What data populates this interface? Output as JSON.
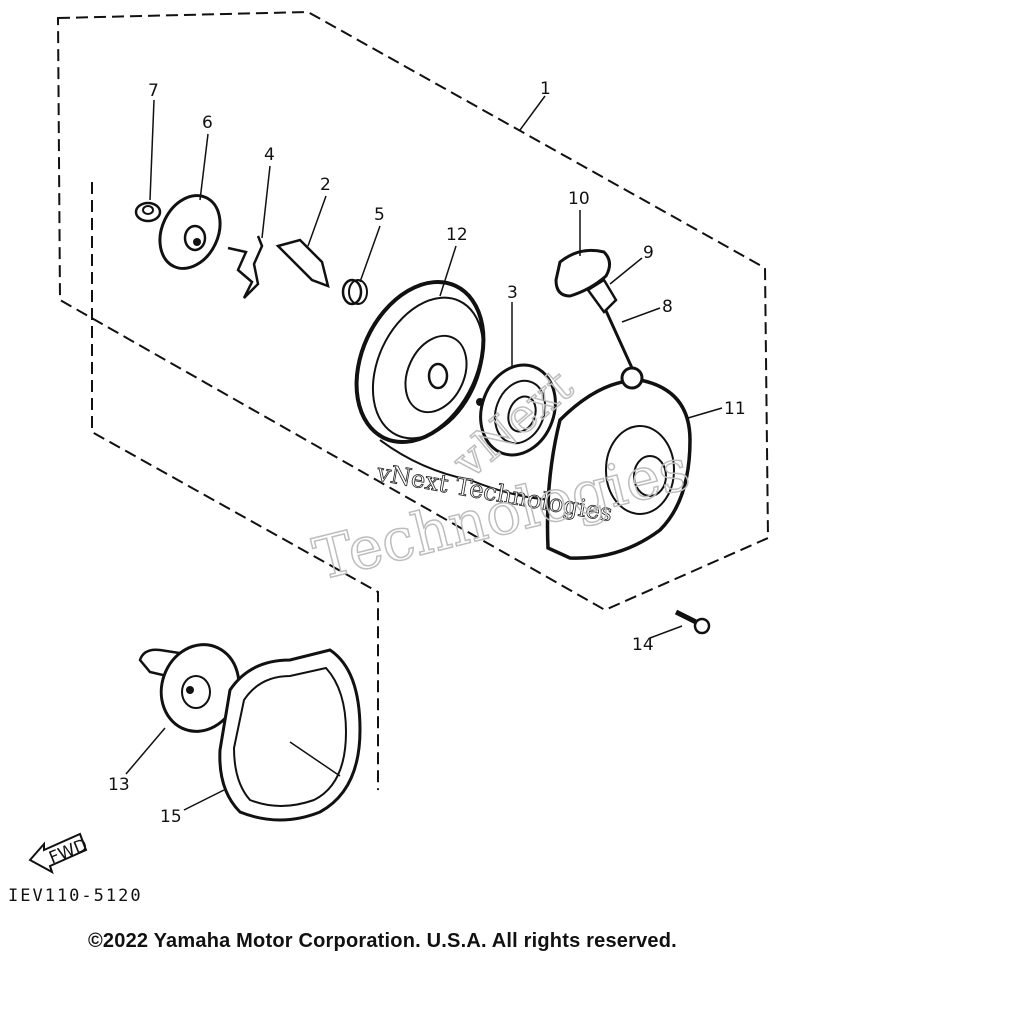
{
  "diagram": {
    "figure_code": "IEV110-5120",
    "copyright": "©2022 Yamaha Motor Corporation. U.S.A. All rights reserved.",
    "fwd_label": "FWD",
    "watermark": {
      "line1": "vNext Technologies",
      "line2": "Technologies",
      "line3": "vNext"
    },
    "part_numbers": [
      {
        "id": "1",
        "label": "1"
      },
      {
        "id": "2",
        "label": "2"
      },
      {
        "id": "3",
        "label": "3"
      },
      {
        "id": "4",
        "label": "4"
      },
      {
        "id": "5",
        "label": "5"
      },
      {
        "id": "6",
        "label": "6"
      },
      {
        "id": "7",
        "label": "7"
      },
      {
        "id": "8",
        "label": "8"
      },
      {
        "id": "9",
        "label": "9"
      },
      {
        "id": "10",
        "label": "10"
      },
      {
        "id": "11",
        "label": "11"
      },
      {
        "id": "12",
        "label": "12"
      },
      {
        "id": "13",
        "label": "13"
      },
      {
        "id": "14",
        "label": "14"
      },
      {
        "id": "15",
        "label": "15"
      }
    ],
    "colors": {
      "ink": "#111111",
      "watermark": "#bdbdbd"
    }
  }
}
